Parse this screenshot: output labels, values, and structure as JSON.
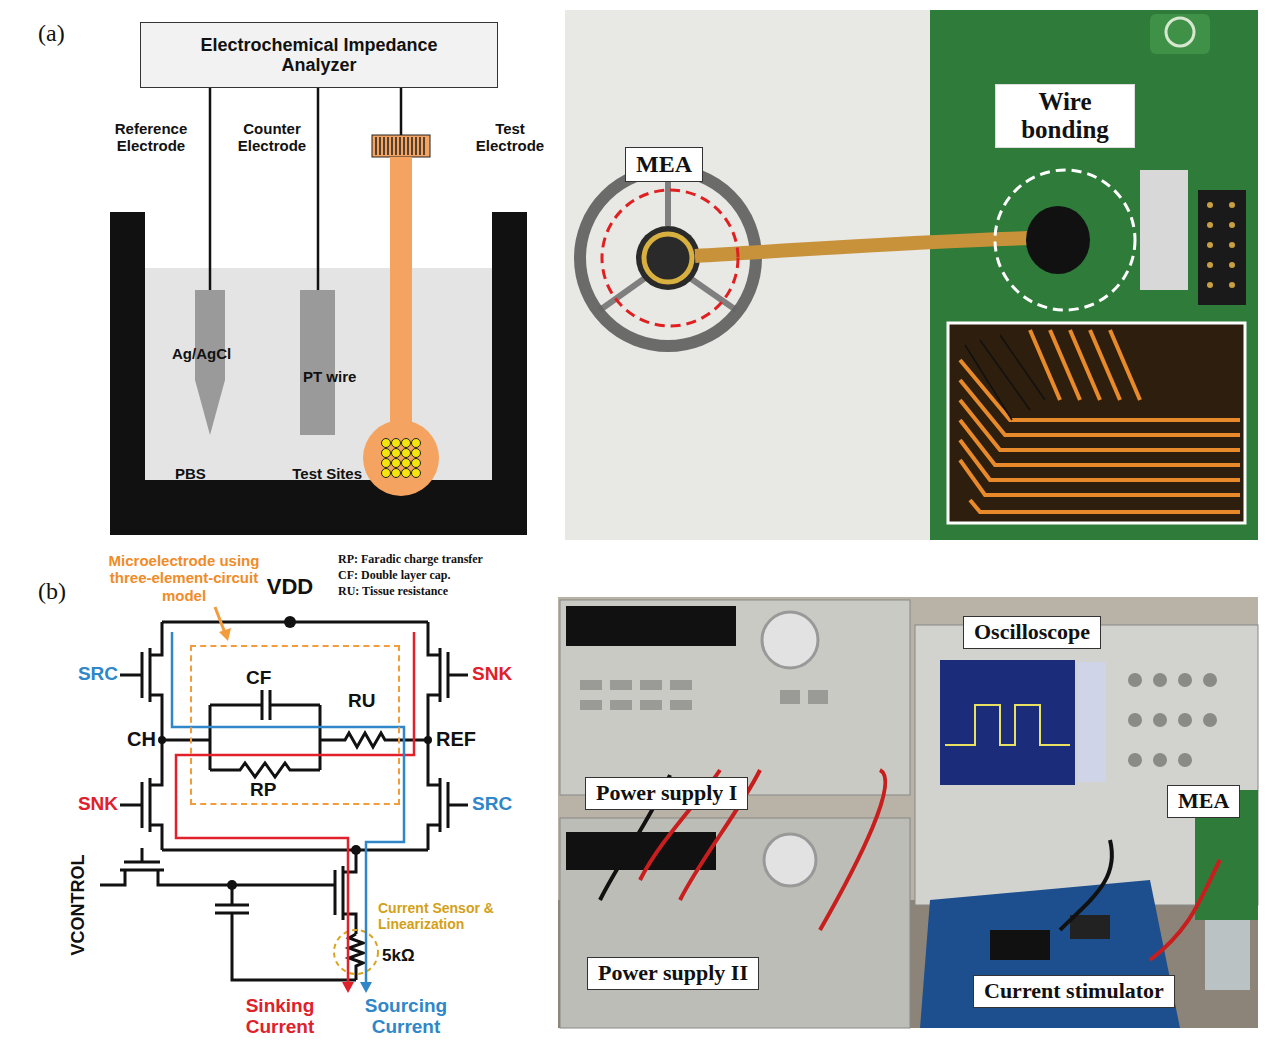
{
  "diagram": {
    "nodes": [
      {
        "text": [
          "Electrochemical Impedance Analyzer"
        ]
      },
      {
        "text": [
          "MEA"
        ]
      },
      {
        "text": [
          "Wire bonding"
        ]
      },
      {
        "text": [
          "Microelectrode using three-element-circuit model"
        ]
      },
      {
        "text": [
          "Oscilloscope"
        ]
      },
      {
        "text": [
          "Power supply I"
        ]
      },
      {
        "text": [
          "Power supply II"
        ]
      },
      {
        "text": [
          "MEA"
        ]
      },
      {
        "text": [
          "Current stimulator"
        ]
      }
    ],
    "labels": [
      "(a)",
      "Reference Electrode",
      "Counter Electrode",
      "Test Electrode",
      "Ag/AgCl",
      "PT wire",
      "PBS",
      "Test Sites",
      "(b)",
      "VDD",
      "RP: Faradic charge transfer",
      "CF: Double layer cap.",
      "RU: Tissue resistance",
      "SRC",
      "CF",
      "RU",
      "CH",
      "RP",
      "REF",
      "SNK",
      "SNK",
      "SRC",
      "VCONTROL",
      "Current Sensor & Linearization",
      "5kΩ",
      "Sinking Current",
      "Sourcing Current"
    ]
  }
}
